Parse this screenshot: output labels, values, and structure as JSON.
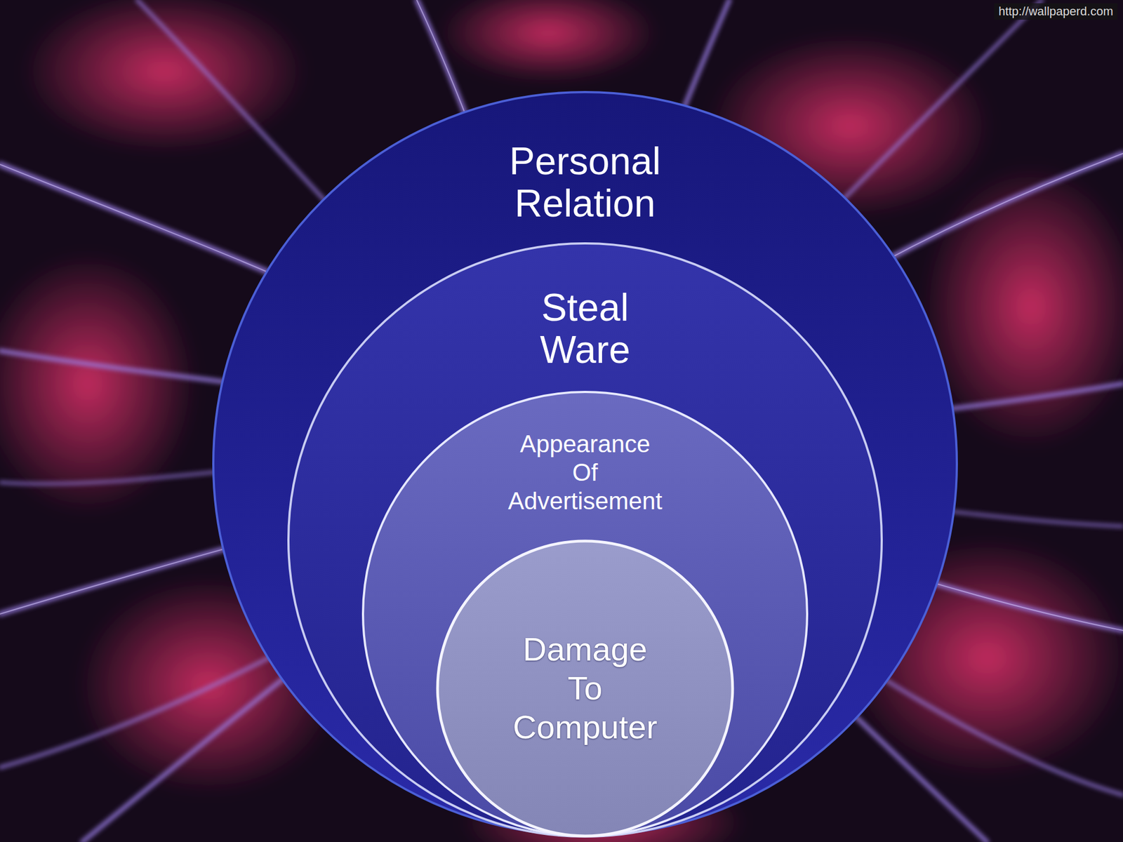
{
  "diagram": {
    "nodes": [
      {
        "text": [
          "Personal Relation"
        ]
      },
      {
        "text": [
          "Steal Ware"
        ],
        "in": 0
      },
      {
        "text": [
          "Appearance Of Advertisement"
        ],
        "in": 1
      },
      {
        "text": [
          "Damage To Computer"
        ],
        "in": 2
      }
    ],
    "labels": [
      "http://wallpaperd.com"
    ]
  }
}
